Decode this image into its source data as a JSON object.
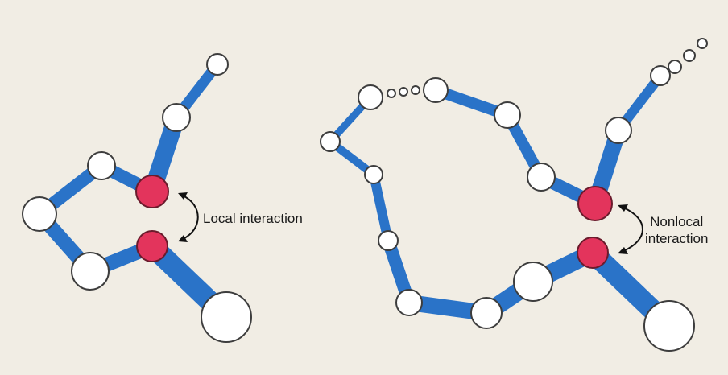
{
  "labels": {
    "local": "Local interaction",
    "nonlocal_line1": "Nonlocal",
    "nonlocal_line2": "interaction"
  },
  "colors": {
    "bond": "#2a73c8",
    "atom": "#ffffff",
    "interacting_atom": "#e3345c",
    "background": "#f1ede4"
  }
}
